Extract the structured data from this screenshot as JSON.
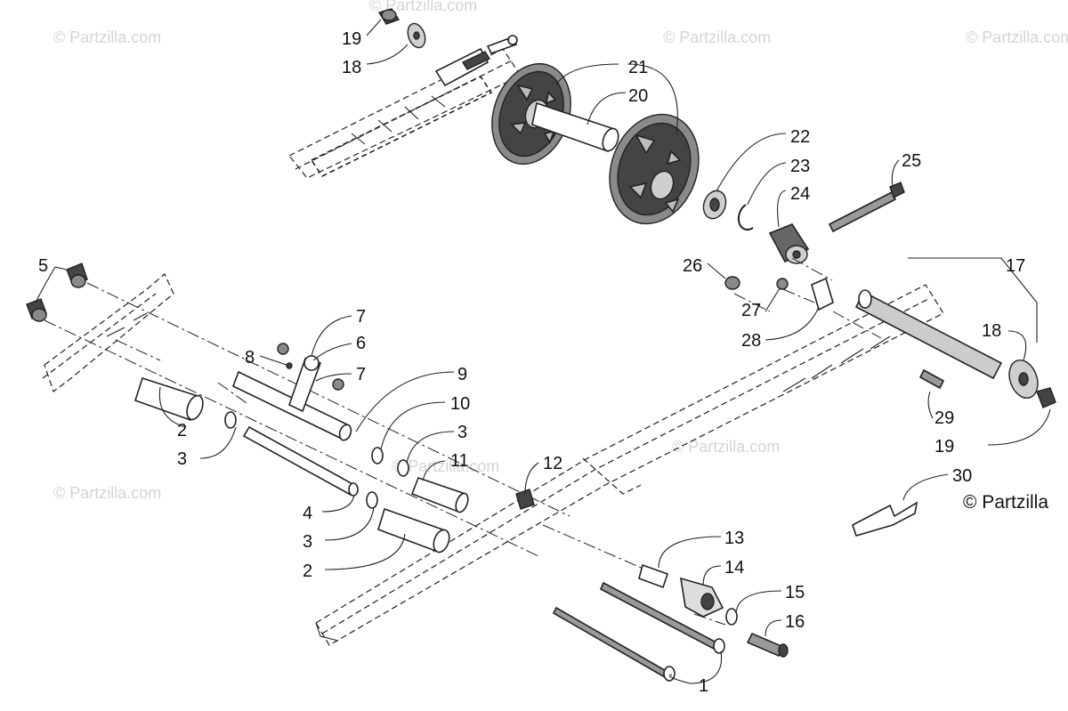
{
  "watermark": "© Partzilla.com",
  "copyright": "© Partzilla",
  "callouts": [
    "19",
    "18",
    "21",
    "20",
    "22",
    "23",
    "24",
    "25",
    "5",
    "26",
    "17",
    "7",
    "8",
    "6",
    "27",
    "28",
    "18",
    "7",
    "9",
    "29",
    "19",
    "10",
    "2",
    "3",
    "3",
    "11",
    "12",
    "30",
    "4",
    "3",
    "13",
    "2",
    "14",
    "15",
    "16",
    "1"
  ]
}
